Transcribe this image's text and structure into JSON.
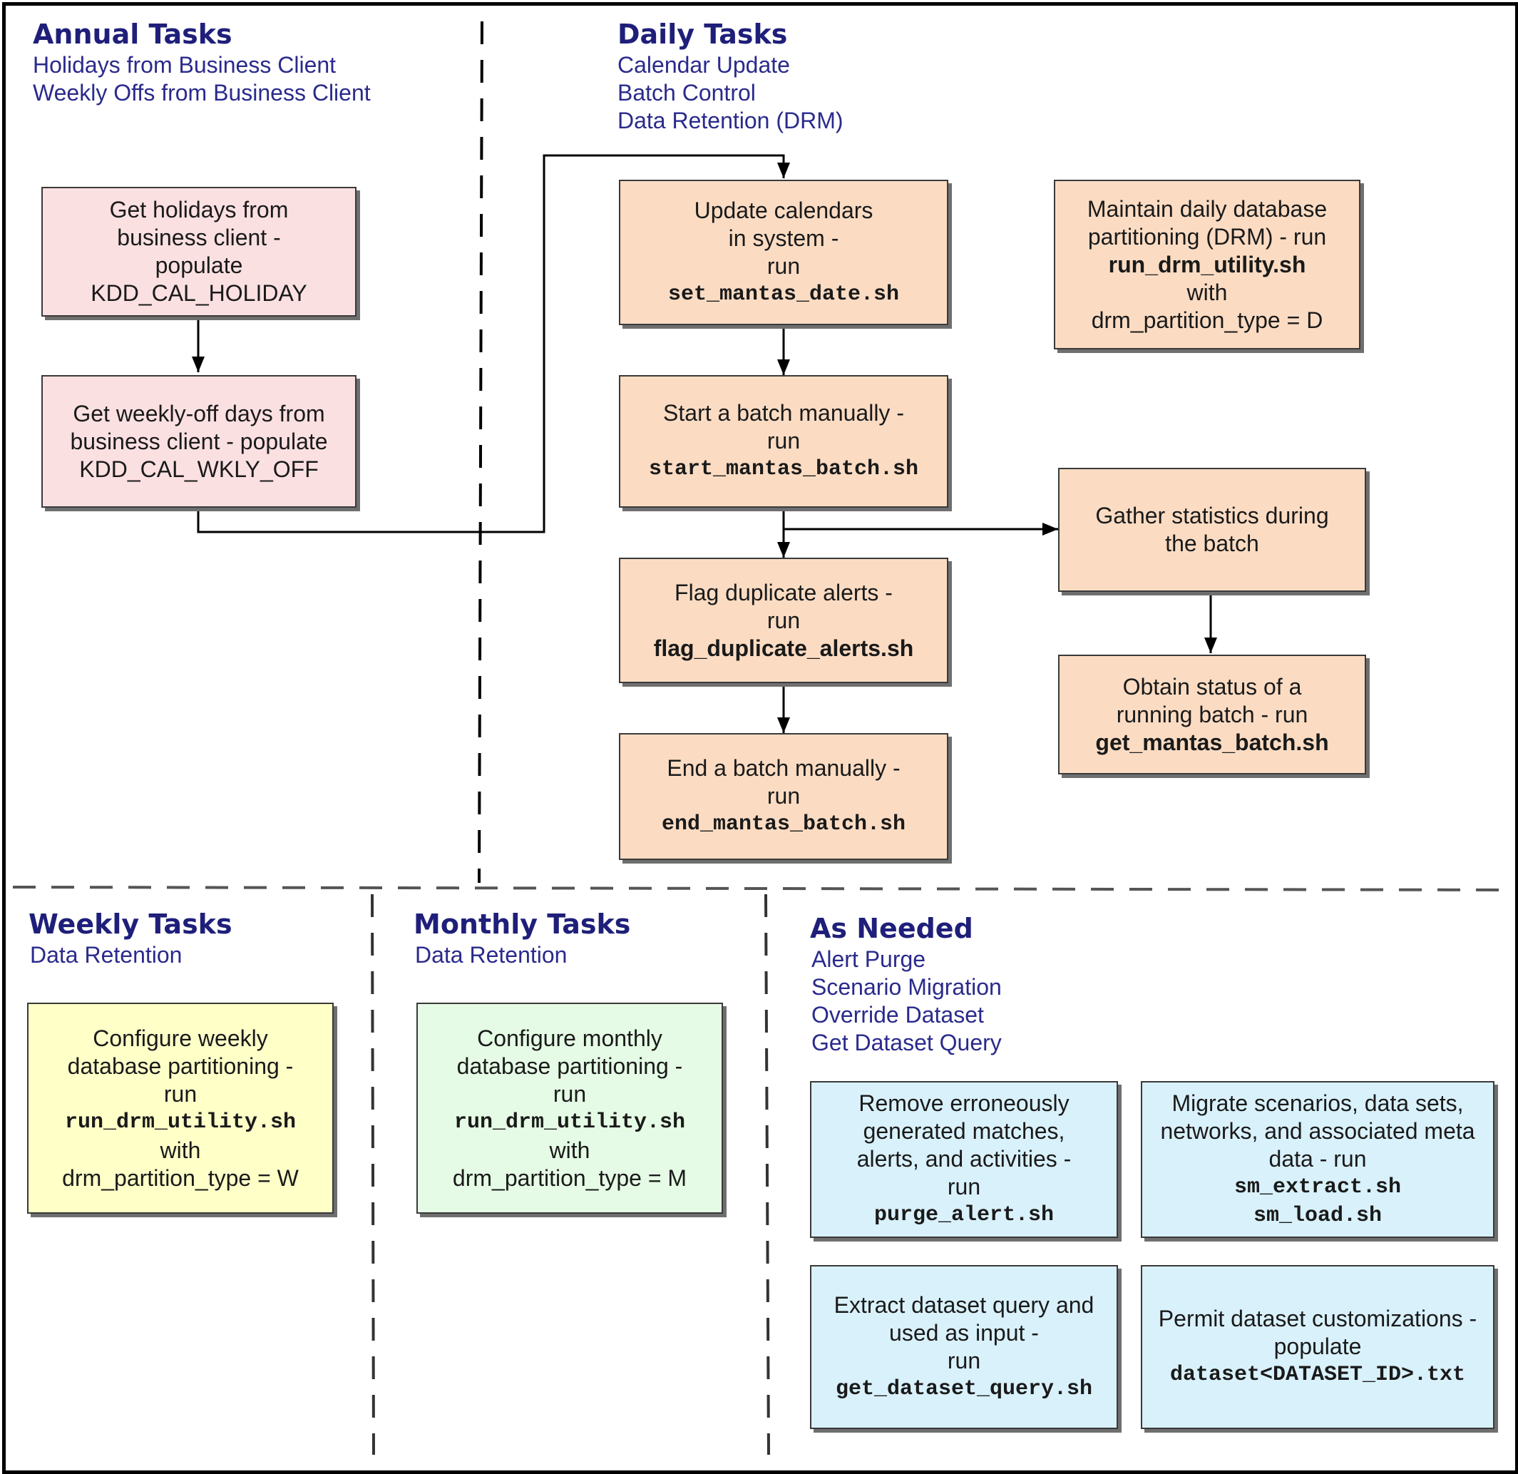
{
  "sections": {
    "annual": {
      "title": "Annual Tasks",
      "items": [
        "Holidays from Business Client",
        "Weekly Offs from Business Client"
      ]
    },
    "daily": {
      "title": "Daily Tasks",
      "items": [
        "Calendar Update",
        "Batch Control",
        "Data Retention (DRM)"
      ]
    },
    "weekly": {
      "title": "Weekly Tasks",
      "items": [
        "Data Retention"
      ]
    },
    "monthly": {
      "title": "Monthly Tasks",
      "items": [
        "Data Retention"
      ]
    },
    "as_needed": {
      "title": "As Needed",
      "items": [
        "Alert Purge",
        "Scenario Migration",
        "Override Dataset",
        "Get Dataset Query"
      ]
    }
  },
  "boxes": {
    "get_holidays": {
      "lines": [
        "Get holidays from",
        "business client -",
        "populate",
        "KDD_CAL_HOLIDAY"
      ]
    },
    "get_weekly_off": {
      "lines": [
        "Get weekly-off days from",
        "business client - populate",
        "KDD_CAL_WKLY_OFF"
      ]
    },
    "update_calendars": {
      "lines": [
        "Update calendars",
        "in system -",
        "run"
      ],
      "code": "set_mantas_date.sh"
    },
    "maintain_drm": {
      "lines": [
        "Maintain daily database",
        "partitioning (DRM) - run"
      ],
      "bold": "run_drm_utility.sh",
      "after": [
        "with",
        "drm_partition_type = D"
      ]
    },
    "start_batch": {
      "lines": [
        "Start a batch manually -",
        "run"
      ],
      "code": "start_mantas_batch.sh"
    },
    "gather_stats": {
      "lines": [
        "Gather statistics during",
        "the batch"
      ]
    },
    "flag_duplicate": {
      "lines": [
        "Flag duplicate alerts -",
        "run"
      ],
      "bold": "flag_duplicate_alerts.sh"
    },
    "obtain_status": {
      "lines": [
        "Obtain status of a",
        "running batch -  run"
      ],
      "bold": "get_mantas_batch.sh"
    },
    "end_batch": {
      "lines": [
        "End a batch manually -",
        "run"
      ],
      "code": "end_mantas_batch.sh"
    },
    "weekly_partition": {
      "lines": [
        "Configure weekly",
        "database partitioning -",
        "run"
      ],
      "code": "run_drm_utility.sh",
      "after": [
        "with",
        "drm_partition_type = W"
      ]
    },
    "monthly_partition": {
      "lines": [
        "Configure monthly",
        "database partitioning -",
        "run"
      ],
      "code": "run_drm_utility.sh",
      "after": [
        "with",
        "drm_partition_type = M"
      ]
    },
    "purge_alert": {
      "lines": [
        "Remove erroneously",
        "generated matches,",
        "alerts, and activities -",
        "run"
      ],
      "code": "purge_alert.sh"
    },
    "migrate_scenarios": {
      "lines": [
        "Migrate scenarios, data sets,",
        "networks, and associated meta",
        "data - run"
      ],
      "code": "sm_extract.sh",
      "code2": "sm_load.sh"
    },
    "extract_dataset": {
      "lines": [
        "Extract dataset query and",
        "used as input -",
        "run"
      ],
      "code": "get_dataset_query.sh"
    },
    "permit_dataset": {
      "lines": [
        "Permit dataset customizations -",
        "populate"
      ],
      "code": "dataset<DATASET_ID>.txt"
    }
  },
  "colors": {
    "title": "#1f1f7a",
    "items": "#2a2a8c",
    "pink": "#fbe0e2",
    "orange": "#fbdcc3",
    "yellow": "#ffffc8",
    "green": "#e5fbe5",
    "blue": "#d9f1fb"
  }
}
